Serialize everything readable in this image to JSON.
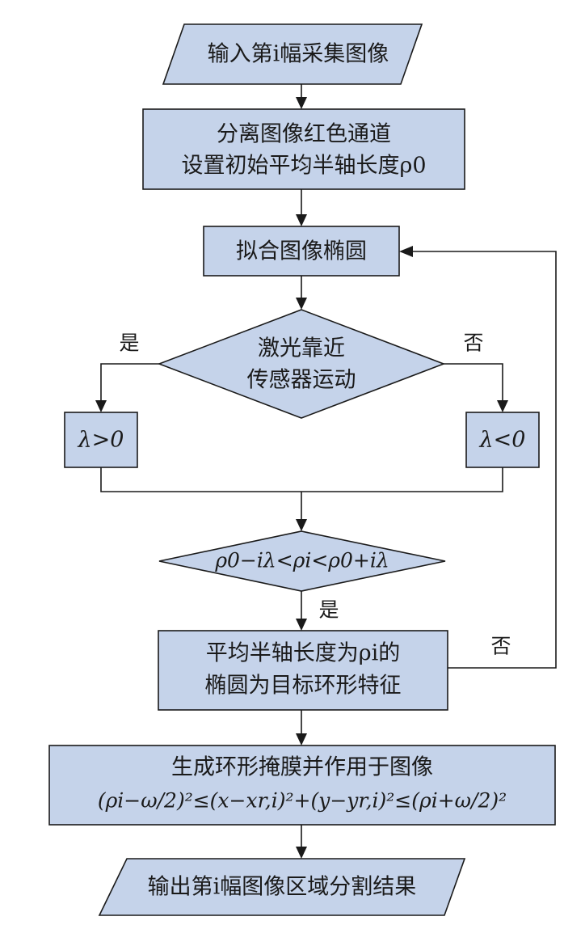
{
  "nodes": {
    "input": {
      "text": "输入第i幅采集图像"
    },
    "separate": {
      "line1": "分离图像红色通道",
      "line2": "设置初始平均半轴长度ρ0"
    },
    "fit": {
      "text": "拟合图像椭圆"
    },
    "laser_decision": {
      "line1": "激光靠近",
      "line2": "传感器运动"
    },
    "lambda_pos": {
      "text": "λ>0"
    },
    "lambda_neg": {
      "text": "λ<0"
    },
    "range_decision": {
      "text": "ρ0−iλ<ρi<ρ0+iλ"
    },
    "target": {
      "line1": "平均半轴长度为ρi的",
      "line2": "椭圆为目标环形特征"
    },
    "mask": {
      "line1": "生成环形掩膜并作用于图像",
      "line2": "(ρi−ω/2)²≤(x−xr,i)²+(y−yr,i)²≤(ρi+ω/2)²"
    },
    "output": {
      "text": "输出第i幅图像区域分割结果"
    }
  },
  "edge_labels": {
    "laser_yes": "是",
    "laser_no": "否",
    "range_yes": "是",
    "target_no": "否"
  },
  "colors": {
    "fill": "#c5d3ea",
    "stroke": "#1a1a1a"
  }
}
